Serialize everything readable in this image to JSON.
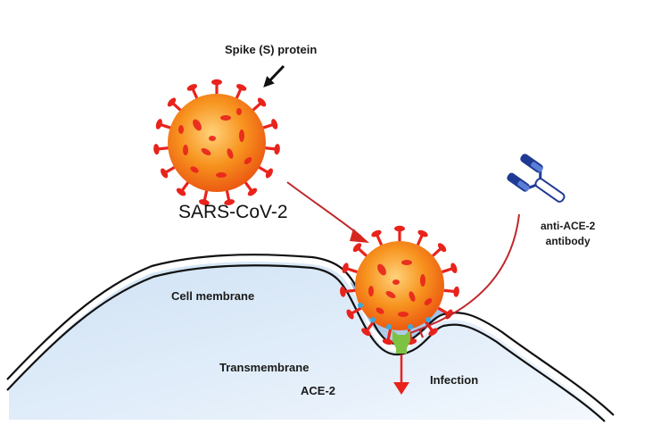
{
  "diagram": {
    "title": "SARS-CoV-2 entry via ACE-2 and blocking by anti-ACE-2 antibody",
    "labels": {
      "spike_protein": "Spike (S) protein",
      "virus_name": "SARS-CoV-2",
      "cell_membrane": "Cell membrane",
      "transmembrane": "Transmembrane",
      "ace2": "ACE-2",
      "infection": "Infection",
      "antibody_line1": "anti-ACE-2",
      "antibody_line2": "antibody"
    },
    "colors": {
      "virus_body": "#f7931e",
      "virus_spikes": "#e8231c",
      "arrow_red": "#c0272d",
      "cell_fill": "#d6e6f5",
      "membrane": "#111111",
      "ace2_receptor": "#7dc242",
      "antibody": "#1f3a93"
    },
    "icons": [
      "virus-icon",
      "antibody-icon",
      "ace2-receptor-icon",
      "arrow-icon",
      "inhibition-icon"
    ]
  }
}
